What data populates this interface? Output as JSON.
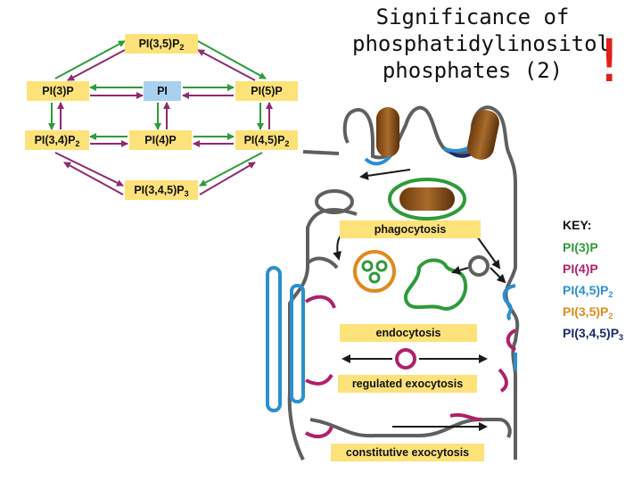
{
  "title": {
    "line1": "Significance of",
    "line2": "phosphatidylinositol",
    "line3": "phosphates (2)",
    "exclamation": "!"
  },
  "pathway": {
    "pi35p2": {
      "main": "PI(3,5)P",
      "sub": "2"
    },
    "pi3p": {
      "main": "PI(3)P"
    },
    "pi": {
      "main": "PI"
    },
    "pi5p": {
      "main": "PI(5)P"
    },
    "pi34p2": {
      "main": "PI(3,4)P",
      "sub": "2"
    },
    "pi4p": {
      "main": "PI(4)P"
    },
    "pi45p2": {
      "main": "PI(4,5)P",
      "sub": "2"
    },
    "pi345p3": {
      "main": "PI(3,4,5)P",
      "sub": "3"
    }
  },
  "processes": {
    "phagocytosis": "phagocytosis",
    "endocytosis": "endocytosis",
    "regulated_exocytosis": "regulated exocytosis",
    "constitutive_exocytosis": "constitutive exocytosis"
  },
  "key": {
    "heading": "KEY:",
    "items": [
      {
        "main": "PI(3)P",
        "sub": "",
        "color": "#2f9a3a"
      },
      {
        "main": "PI(4)P",
        "sub": "",
        "color": "#b0206a"
      },
      {
        "main": "PI(4,5)P",
        "sub": "2",
        "color": "#2a8fd0"
      },
      {
        "main": "PI(3,5)P",
        "sub": "2",
        "color": "#e08a1e"
      },
      {
        "main": "PI(3,4,5)P",
        "sub": "3",
        "color": "#1a2a6c"
      }
    ]
  },
  "colors": {
    "arrow_green": "#2f9a3a",
    "arrow_purple": "#8e2a6e",
    "box_yellow": "#fde27a",
    "box_blue": "#a9d1ef",
    "membrane_gray": "#5f5f5f",
    "title_red": "#e0201a"
  }
}
